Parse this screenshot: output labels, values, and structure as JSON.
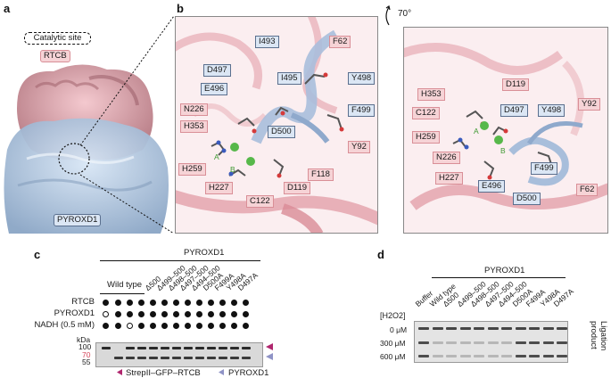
{
  "panels": {
    "a": "a",
    "b": "b",
    "c": "c",
    "d": "d"
  },
  "panel_a": {
    "catalytic_site": "Catalytic site",
    "rtcb": "RTCB",
    "pyroxd1": "PYROXD1"
  },
  "panel_b_left": {
    "labels_pink": [
      "F62",
      "N226",
      "H353",
      "H259",
      "H227",
      "C122",
      "D119",
      "F118",
      "Y92"
    ],
    "labels_blue": [
      "I493",
      "D497",
      "I495",
      "E496",
      "Y498",
      "F499",
      "D500"
    ],
    "site_a": "A",
    "site_b": "B"
  },
  "panel_b_right": {
    "rotation": "70°",
    "labels_pink": [
      "H353",
      "C122",
      "H259",
      "N226",
      "H227",
      "Y92",
      "F62"
    ],
    "labels_blue": [
      "D497",
      "Y498",
      "E496",
      "D500",
      "F499"
    ],
    "label_d119": "D119",
    "site_a": "A",
    "site_b": "B"
  },
  "panel_c": {
    "header": "PYROXD1",
    "wild_type": "Wild type",
    "lanes": [
      "Δ500",
      "Δ499–500",
      "Δ498–500",
      "Δ497–500",
      "Δ494–500",
      "D500A",
      "F499A",
      "Y498A",
      "D497A"
    ],
    "rows": [
      {
        "label": "RTCB",
        "dots": [
          "filled",
          "filled",
          "filled",
          "filled",
          "filled",
          "filled",
          "filled",
          "filled",
          "filled",
          "filled",
          "filled",
          "filled",
          "filled"
        ]
      },
      {
        "label": "PYROXD1",
        "dots": [
          "open",
          "filled",
          "filled",
          "filled",
          "filled",
          "filled",
          "filled",
          "filled",
          "filled",
          "filled",
          "filled",
          "filled",
          "filled"
        ]
      },
      {
        "label": "NADH (0.5 mM)",
        "dots": [
          "filled",
          "filled",
          "open",
          "filled",
          "filled",
          "filled",
          "filled",
          "filled",
          "filled",
          "filled",
          "filled",
          "filled",
          "filled"
        ]
      }
    ],
    "kda": "kDa",
    "mw": [
      "100",
      "70",
      "55"
    ],
    "legend_rtcb": "StrepII–GFP–RTCB",
    "legend_pyroxd1": "PYROXD1",
    "colors": {
      "rtcb_marker": "#b0266e",
      "pyroxd1_marker": "#8f93c6",
      "mw70": "#d6455a"
    }
  },
  "panel_d": {
    "header": "PYROXD1",
    "lanes": [
      "Buffer",
      "Wild type",
      "Δ500",
      "Δ499–500",
      "Δ498–500",
      "Δ497–500",
      "Δ494–500",
      "D500A",
      "F499A",
      "Y498A",
      "D497A"
    ],
    "h2o2_label": "[H2O2]",
    "conc": [
      "0 μM",
      "300 μM",
      "600 μM"
    ],
    "side_label": "Ligation product"
  }
}
